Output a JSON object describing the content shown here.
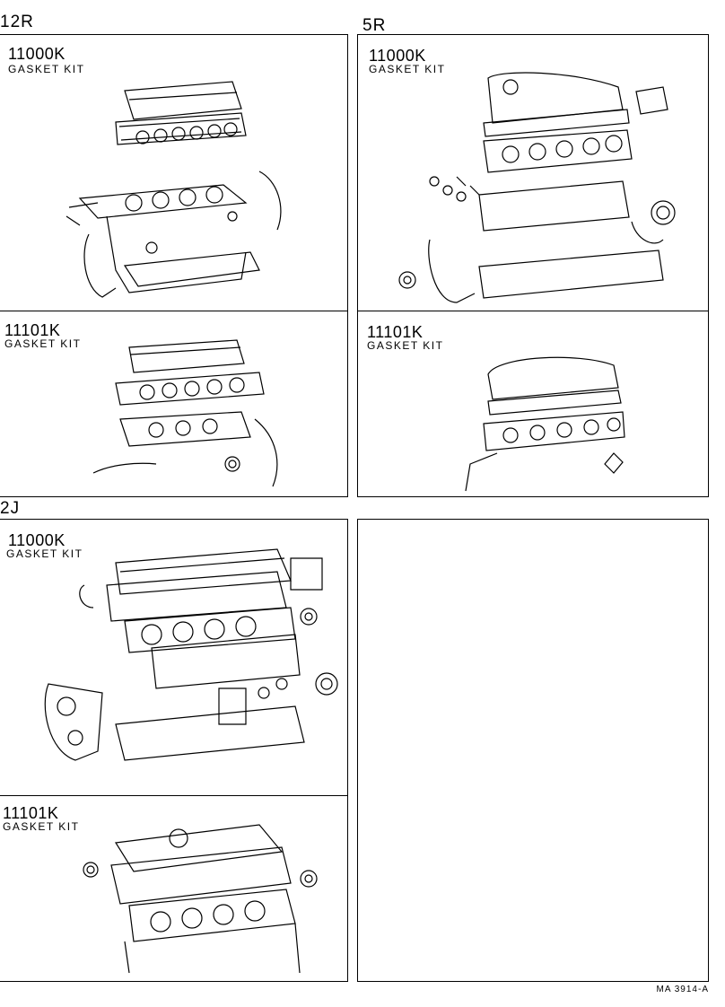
{
  "sections": [
    {
      "label": "12R",
      "kits": [
        {
          "code": "11000K",
          "desc": "GASKET KIT",
          "illustration": "engine-gasket-set-illustration"
        },
        {
          "code": "11101K",
          "desc": "GASKET KIT",
          "illustration": "head-gasket-set-illustration"
        }
      ]
    },
    {
      "label": "5R",
      "kits": [
        {
          "code": "11000K",
          "desc": "GASKET KIT",
          "illustration": "engine-gasket-set-illustration"
        },
        {
          "code": "11101K",
          "desc": "GASKET KIT",
          "illustration": "head-gasket-set-illustration"
        }
      ]
    },
    {
      "label": "2J",
      "kits": [
        {
          "code": "11000K",
          "desc": "GASKET KIT",
          "illustration": "engine-gasket-set-illustration"
        },
        {
          "code": "11101K",
          "desc": "GASKET KIT",
          "illustration": "head-gasket-set-illustration"
        }
      ]
    }
  ],
  "footer": "MA  3914-A"
}
